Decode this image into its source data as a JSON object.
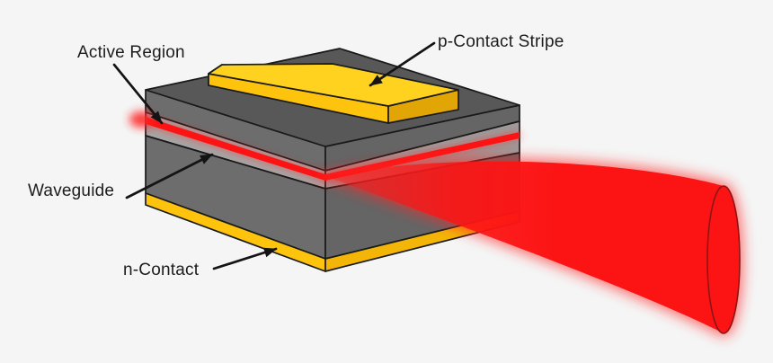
{
  "figure": {
    "labels": {
      "active_region": "Active Region",
      "p_contact_stripe": "p-Contact Stripe",
      "waveguide": "Waveguide",
      "n_contact": "n-Contact"
    },
    "colors": {
      "background": "#f5f5f5",
      "outline": "#1a1a1a",
      "chip_top": "#585858",
      "chip_front": "#6d6d6d",
      "chip_side": "#656565",
      "waveguide_front": "#a6a6a6",
      "waveguide_side": "#9c9c9c",
      "gold_top": "#ffd21f",
      "gold_front": "#fec30c",
      "gold_end": "#e2a506",
      "gold_side": "#f3b608",
      "laser_red": "#fc1414",
      "glow_red": "#ff2828",
      "beam_cap_stroke": "#8c1414"
    }
  }
}
